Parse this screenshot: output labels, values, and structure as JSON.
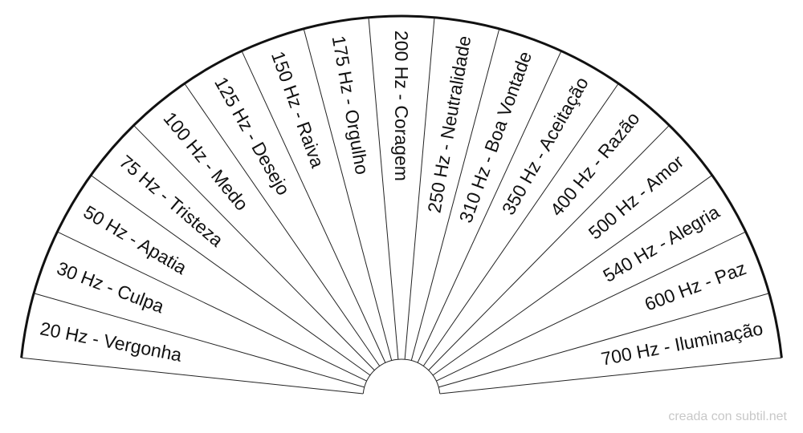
{
  "sectors": [
    "20 Hz - Vergonha",
    "30 Hz - Culpa",
    "50 Hz - Apatia",
    "75 Hz - Tristeza",
    "100 Hz -  Medo",
    "125 Hz - Desejo",
    "150 Hz - Raiva",
    "175 Hz - Orgulho",
    "200 Hz - Coragem",
    "250 Hz - Neutralidade",
    "310 Hz - Boa Vontade",
    "350 Hz - Aceitação",
    "400 Hz - Razão",
    "500 Hz - Amor",
    "540 Hz - Alegria",
    "600 Hz - Paz",
    "700 Hz - Iluminação"
  ],
  "footer": "creada con subtil.net",
  "colors": {
    "line": "#222222",
    "text": "#111111",
    "footer": "#c8c8c8",
    "background": "#ffffff"
  }
}
